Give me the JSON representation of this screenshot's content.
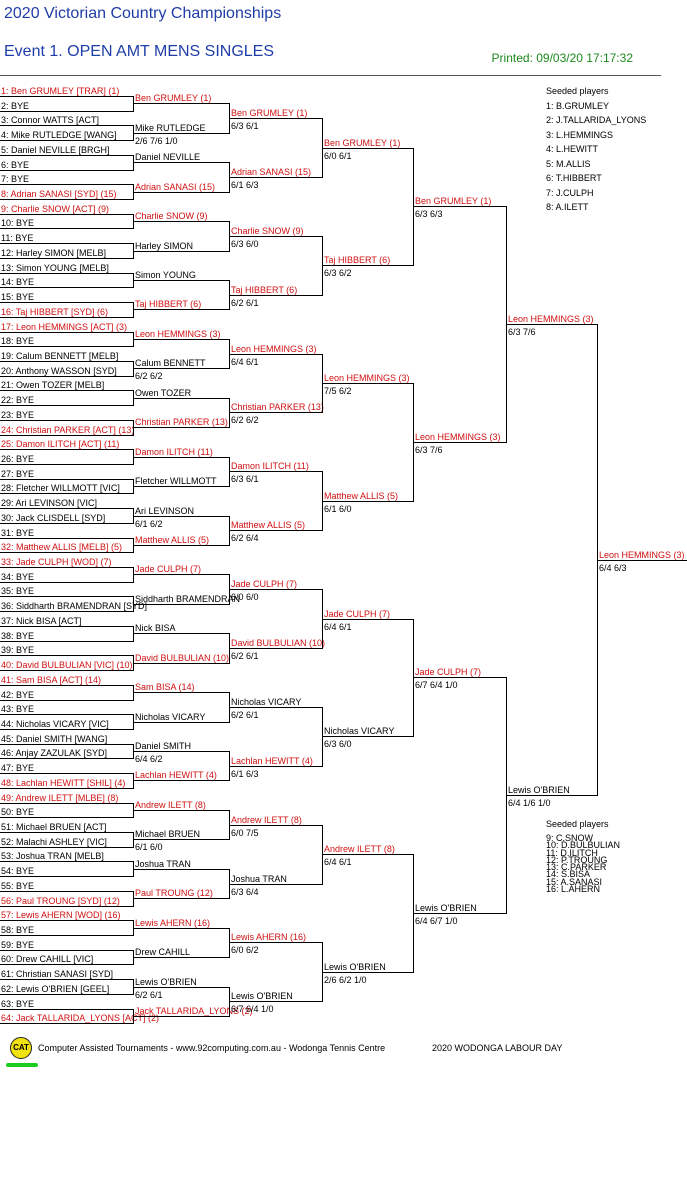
{
  "header": {
    "title": "2020 Victorian Country Championships",
    "event": "Event 1. OPEN AMT MENS SINGLES",
    "printed": "Printed: 09/03/20 17:17:32"
  },
  "colors": {
    "seeded": "#d01010",
    "title": "#1f3da8",
    "printed": "#1c8a1c"
  },
  "draw": [
    {
      "t": "1: Ben GRUMLEY [TRAR] (1)",
      "s": true
    },
    {
      "t": "2: BYE",
      "s": false
    },
    {
      "t": "3: Connor WATTS [ACT]",
      "s": false
    },
    {
      "t": "4: Mike RUTLEDGE [WANG]",
      "s": false
    },
    {
      "t": "5: Daniel NEVILLE [BRGH]",
      "s": false
    },
    {
      "t": "6: BYE",
      "s": false
    },
    {
      "t": "7: BYE",
      "s": false
    },
    {
      "t": "8: Adrian SANASI [SYD] (15)",
      "s": true
    },
    {
      "t": "9: Charlie SNOW [ACT] (9)",
      "s": true
    },
    {
      "t": "10: BYE",
      "s": false
    },
    {
      "t": "11: BYE",
      "s": false
    },
    {
      "t": "12: Harley SIMON [MELB]",
      "s": false
    },
    {
      "t": "13: Simon YOUNG [MELB]",
      "s": false
    },
    {
      "t": "14: BYE",
      "s": false
    },
    {
      "t": "15: BYE",
      "s": false
    },
    {
      "t": "16: Taj HIBBERT [SYD] (6)",
      "s": true
    },
    {
      "t": "17: Leon HEMMINGS [ACT] (3)",
      "s": true
    },
    {
      "t": "18: BYE",
      "s": false
    },
    {
      "t": "19: Calum BENNETT [MELB]",
      "s": false
    },
    {
      "t": "20: Anthony WASSON [SYD]",
      "s": false
    },
    {
      "t": "21: Owen TOZER [MELB]",
      "s": false
    },
    {
      "t": "22: BYE",
      "s": false
    },
    {
      "t": "23: BYE",
      "s": false
    },
    {
      "t": "24: Christian PARKER [ACT] (13)",
      "s": true
    },
    {
      "t": "25: Damon ILITCH [ACT] (11)",
      "s": true
    },
    {
      "t": "26: BYE",
      "s": false
    },
    {
      "t": "27: BYE",
      "s": false
    },
    {
      "t": "28: Fletcher WILLMOTT [VIC]",
      "s": false
    },
    {
      "t": "29: Ari LEVINSON [VIC]",
      "s": false
    },
    {
      "t": "30: Jack CLISDELL [SYD]",
      "s": false
    },
    {
      "t": "31: BYE",
      "s": false
    },
    {
      "t": "32: Matthew ALLIS [MELB] (5)",
      "s": true
    },
    {
      "t": "33: Jade CULPH [WOD] (7)",
      "s": true
    },
    {
      "t": "34: BYE",
      "s": false
    },
    {
      "t": "35: BYE",
      "s": false
    },
    {
      "t": "36: Siddharth BRAMENDRAN [SYD]",
      "s": false
    },
    {
      "t": "37: Nick BISA [ACT]",
      "s": false
    },
    {
      "t": "38: BYE",
      "s": false
    },
    {
      "t": "39: BYE",
      "s": false
    },
    {
      "t": "40: David BULBULIAN [VIC] (10)",
      "s": true
    },
    {
      "t": "41: Sam BISA [ACT] (14)",
      "s": true
    },
    {
      "t": "42: BYE",
      "s": false
    },
    {
      "t": "43: BYE",
      "s": false
    },
    {
      "t": "44: Nicholas VICARY [VIC]",
      "s": false
    },
    {
      "t": "45: Daniel SMITH [WANG]",
      "s": false
    },
    {
      "t": "46: Anjay ZAZULAK [SYD]",
      "s": false
    },
    {
      "t": "47: BYE",
      "s": false
    },
    {
      "t": "48: Lachlan HEWITT [SHIL] (4)",
      "s": true
    },
    {
      "t": "49: Andrew ILETT [MLBE] (8)",
      "s": true
    },
    {
      "t": "50: BYE",
      "s": false
    },
    {
      "t": "51: Michael BRUEN [ACT]",
      "s": false
    },
    {
      "t": "52: Malachi ASHLEY [VIC]",
      "s": false
    },
    {
      "t": "53: Joshua TRAN [MELB]",
      "s": false
    },
    {
      "t": "54: BYE",
      "s": false
    },
    {
      "t": "55: BYE",
      "s": false
    },
    {
      "t": "56: Paul TROUNG [SYD] (12)",
      "s": true
    },
    {
      "t": "57: Lewis AHERN [WOD] (16)",
      "s": true
    },
    {
      "t": "58: BYE",
      "s": false
    },
    {
      "t": "59: BYE",
      "s": false
    },
    {
      "t": "60: Drew CAHILL [VIC]",
      "s": false
    },
    {
      "t": "61: Christian SANASI [SYD]",
      "s": false
    },
    {
      "t": "62: Lewis O'BRIEN [GEEL]",
      "s": false
    },
    {
      "t": "63: BYE",
      "s": false
    },
    {
      "t": "64: Jack TALLARIDA_LYONS [ACT] (2)",
      "s": true
    }
  ],
  "rounds": [
    [
      {
        "w": "Ben GRUMLEY (1)",
        "s": true,
        "sc": ""
      },
      {
        "w": "Mike RUTLEDGE",
        "s": false,
        "sc": "2/6 7/6 1/0"
      },
      {
        "w": "Daniel NEVILLE",
        "s": false,
        "sc": ""
      },
      {
        "w": "Adrian SANASI (15)",
        "s": true,
        "sc": ""
      },
      {
        "w": "Charlie SNOW (9)",
        "s": true,
        "sc": ""
      },
      {
        "w": "Harley SIMON",
        "s": false,
        "sc": ""
      },
      {
        "w": "Simon YOUNG",
        "s": false,
        "sc": ""
      },
      {
        "w": "Taj HIBBERT (6)",
        "s": true,
        "sc": ""
      },
      {
        "w": "Leon HEMMINGS (3)",
        "s": true,
        "sc": ""
      },
      {
        "w": "Calum BENNETT",
        "s": false,
        "sc": "6/2 6/2"
      },
      {
        "w": "Owen TOZER",
        "s": false,
        "sc": ""
      },
      {
        "w": "Christian PARKER (13)",
        "s": true,
        "sc": ""
      },
      {
        "w": "Damon ILITCH (11)",
        "s": true,
        "sc": ""
      },
      {
        "w": "Fletcher WILLMOTT",
        "s": false,
        "sc": ""
      },
      {
        "w": "Ari LEVINSON",
        "s": false,
        "sc": "6/1 6/2"
      },
      {
        "w": "Matthew ALLIS (5)",
        "s": true,
        "sc": ""
      },
      {
        "w": "Jade CULPH (7)",
        "s": true,
        "sc": ""
      },
      {
        "w": "Siddharth BRAMENDRAN",
        "s": false,
        "sc": ""
      },
      {
        "w": "Nick BISA",
        "s": false,
        "sc": ""
      },
      {
        "w": "David BULBULIAN (10)",
        "s": true,
        "sc": ""
      },
      {
        "w": "Sam BISA (14)",
        "s": true,
        "sc": ""
      },
      {
        "w": "Nicholas VICARY",
        "s": false,
        "sc": ""
      },
      {
        "w": "Daniel SMITH",
        "s": false,
        "sc": "6/4 6/2"
      },
      {
        "w": "Lachlan HEWITT (4)",
        "s": true,
        "sc": ""
      },
      {
        "w": "Andrew ILETT (8)",
        "s": true,
        "sc": ""
      },
      {
        "w": "Michael BRUEN",
        "s": false,
        "sc": "6/1 6/0"
      },
      {
        "w": "Joshua TRAN",
        "s": false,
        "sc": ""
      },
      {
        "w": "Paul TROUNG (12)",
        "s": true,
        "sc": ""
      },
      {
        "w": "Lewis AHERN (16)",
        "s": true,
        "sc": ""
      },
      {
        "w": "Drew CAHILL",
        "s": false,
        "sc": ""
      },
      {
        "w": "Lewis O'BRIEN",
        "s": false,
        "sc": "6/2 6/1"
      },
      {
        "w": "Jack TALLARIDA_LYONS (2)",
        "s": true,
        "sc": ""
      }
    ],
    [
      {
        "w": "Ben GRUMLEY (1)",
        "s": true,
        "sc": "6/3 6/1"
      },
      {
        "w": "Adrian SANASI (15)",
        "s": true,
        "sc": "6/1 6/3"
      },
      {
        "w": "Charlie SNOW (9)",
        "s": true,
        "sc": "6/3 6/0"
      },
      {
        "w": "Taj HIBBERT (6)",
        "s": true,
        "sc": "6/2 6/1"
      },
      {
        "w": "Leon HEMMINGS (3)",
        "s": true,
        "sc": "6/4 6/1"
      },
      {
        "w": "Christian PARKER (13)",
        "s": true,
        "sc": "6/2 6/2"
      },
      {
        "w": "Damon ILITCH (11)",
        "s": true,
        "sc": "6/3 6/1"
      },
      {
        "w": "Matthew ALLIS (5)",
        "s": true,
        "sc": "6/2 6/4"
      },
      {
        "w": "Jade CULPH (7)",
        "s": true,
        "sc": "6/0 6/0"
      },
      {
        "w": "David BULBULIAN (10)",
        "s": true,
        "sc": "6/2 6/1"
      },
      {
        "w": "Nicholas VICARY",
        "s": false,
        "sc": "6/2 6/1"
      },
      {
        "w": "Lachlan HEWITT (4)",
        "s": true,
        "sc": "6/1 6/3"
      },
      {
        "w": "Andrew ILETT (8)",
        "s": true,
        "sc": "6/0 7/5"
      },
      {
        "w": "Joshua TRAN",
        "s": false,
        "sc": "6/3 6/4"
      },
      {
        "w": "Lewis AHERN (16)",
        "s": true,
        "sc": "6/0 6/2"
      },
      {
        "w": "Lewis O'BRIEN",
        "s": false,
        "sc": "6/7 6/4 1/0"
      }
    ],
    [
      {
        "w": "Ben GRUMLEY (1)",
        "s": true,
        "sc": "6/0 6/1"
      },
      {
        "w": "Taj HIBBERT (6)",
        "s": true,
        "sc": "6/3 6/2"
      },
      {
        "w": "Leon HEMMINGS (3)",
        "s": true,
        "sc": "7/5 6/2"
      },
      {
        "w": "Matthew ALLIS (5)",
        "s": true,
        "sc": "6/1 6/0"
      },
      {
        "w": "Jade CULPH (7)",
        "s": true,
        "sc": "6/4 6/1"
      },
      {
        "w": "Nicholas VICARY",
        "s": false,
        "sc": "6/3 6/0"
      },
      {
        "w": "Andrew ILETT (8)",
        "s": true,
        "sc": "6/4 6/1"
      },
      {
        "w": "Lewis O'BRIEN",
        "s": false,
        "sc": "2/6 6/2 1/0"
      }
    ],
    [
      {
        "w": "Ben GRUMLEY (1)",
        "s": true,
        "sc": "6/3 6/3"
      },
      {
        "w": "Leon HEMMINGS (3)",
        "s": true,
        "sc": "6/3 7/6"
      },
      {
        "w": "Jade CULPH (7)",
        "s": true,
        "sc": "6/7 6/4 1/0"
      },
      {
        "w": "Lewis O'BRIEN",
        "s": false,
        "sc": "6/4 6/7 1/0"
      }
    ],
    [
      {
        "w": "Leon HEMMINGS (3)",
        "s": true,
        "sc": "6/3 7/6"
      },
      {
        "w": "Lewis O'BRIEN",
        "s": false,
        "sc": "6/4 1/6 1/0"
      }
    ],
    [
      {
        "w": "Leon HEMMINGS (3)",
        "s": true,
        "sc": "6/4 6/3"
      }
    ]
  ],
  "seeds_top": {
    "title": "Seeded players",
    "items": [
      "1: B.GRUMLEY",
      "2: J.TALLARIDA_LYONS",
      "3: L.HEMMINGS",
      "4: L.HEWITT",
      "5: M.ALLIS",
      "6: T.HIBBERT",
      "7: J.CULPH",
      "8: A.ILETT"
    ]
  },
  "seeds_bottom": {
    "title": "Seeded players",
    "items": [
      "9: C.SNOW",
      "10: D.BULBULIAN",
      "11: D.ILITCH",
      "12: P.TROUNG",
      "13: C.PARKER",
      "14: S.BISA",
      "15: A.SANASI",
      "16: L.AHERN"
    ]
  },
  "footer": {
    "logo": "CAT",
    "credit": "Computer Assisted Tournaments - www.92computing.com.au  -  Wodonga Tennis Centre",
    "venue": "2020 WODONGA LABOUR DAY"
  }
}
